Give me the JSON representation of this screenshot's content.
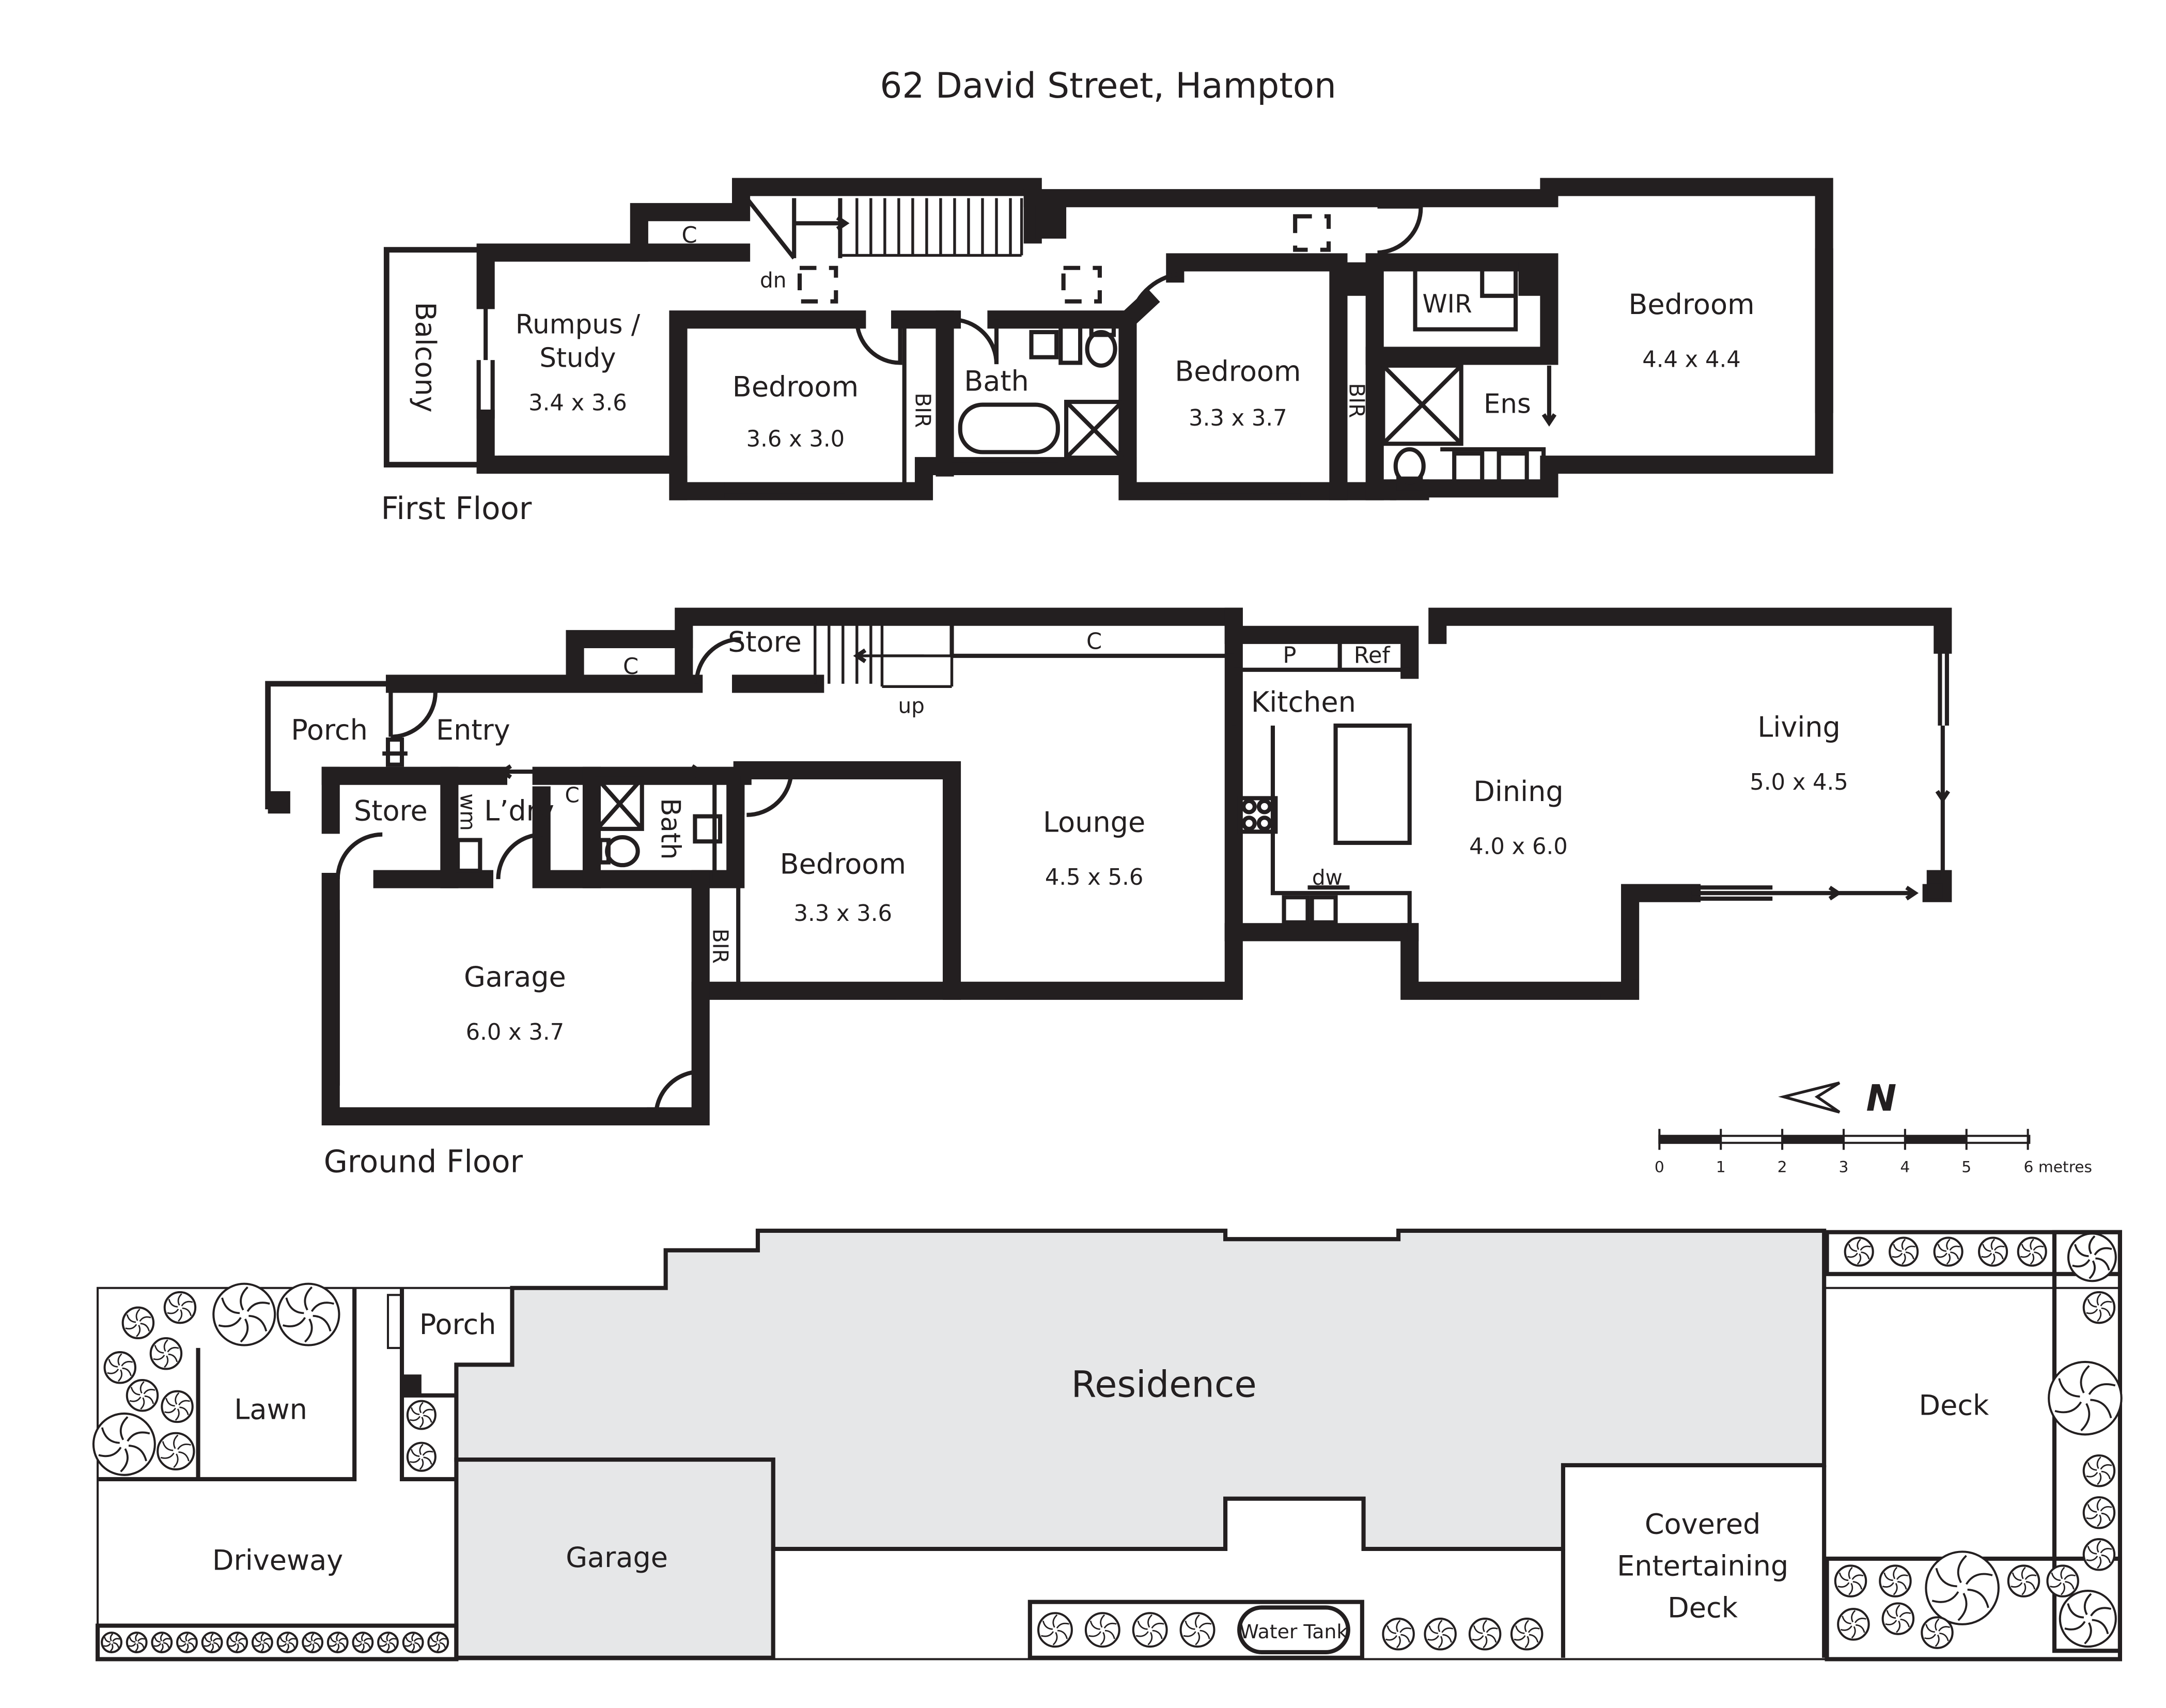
{
  "title": "62 David Street, Hampton",
  "first_floor": {
    "label": "First Floor",
    "rooms": {
      "balcony": "Balcony",
      "closet": "C",
      "stair_dn": "dn",
      "rumpus_line1": "Rumpus /",
      "rumpus_line2": "Study",
      "rumpus_dim": "3.4 x 3.6",
      "bed1": "Bedroom",
      "bed1_dim": "3.6 x 3.0",
      "bir1": "BIR",
      "bath": "Bath",
      "bed2": "Bedroom",
      "bed2_dim": "3.3 x 3.7",
      "bir2": "BIR",
      "wir": "WIR",
      "ens": "Ens",
      "bed3": "Bedroom",
      "bed3_dim": "4.4 x 4.4"
    }
  },
  "ground_floor": {
    "label": "Ground Floor",
    "rooms": {
      "porch": "Porch",
      "entry": "Entry",
      "closet1": "C",
      "store_top": "Store",
      "stair_up": "up",
      "closet2": "C",
      "pantry": "P",
      "ref": "Ref",
      "kitchen": "Kitchen",
      "store": "Store",
      "wm": "wm",
      "laundry": "L’dry",
      "closet3": "C",
      "bath": "Bath",
      "bedroom": "Bedroom",
      "bedroom_dim": "3.3 x 3.6",
      "bir": "BIR",
      "lounge": "Lounge",
      "lounge_dim": "4.5 x 5.6",
      "dw": "dw",
      "dining": "Dining",
      "dining_dim": "4.0 x 6.0",
      "living": "Living",
      "living_dim": "5.0 x 4.5",
      "garage": "Garage",
      "garage_dim": "6.0 x 3.7"
    }
  },
  "compass": {
    "label": "N"
  },
  "scale": {
    "ticks": [
      "0",
      "1",
      "2",
      "3",
      "4",
      "5",
      "6 metres"
    ]
  },
  "site_plan": {
    "lawn": "Lawn",
    "porch": "Porch",
    "driveway": "Driveway",
    "garage": "Garage",
    "residence": "Residence",
    "water_tank": "Water Tank",
    "covered_line1": "Covered",
    "covered_line2": "Entertaining",
    "covered_line3": "Deck",
    "deck": "Deck"
  },
  "colors": {
    "ink": "#231f20",
    "building_fill": "#e6e7e8",
    "background": "#ffffff"
  }
}
